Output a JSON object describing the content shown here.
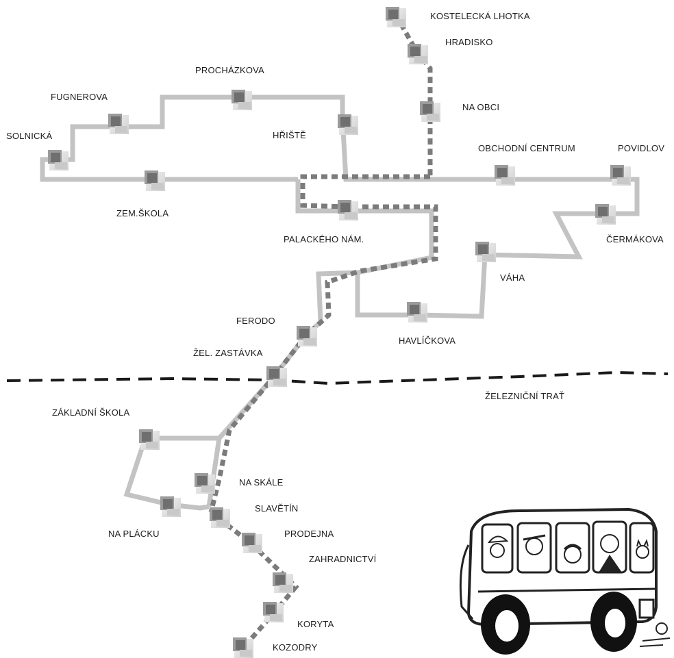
{
  "map": {
    "railway_label": "ŽELEZNIČNÍ TRAŤ",
    "colors": {
      "solid_route": "#c3c3c3",
      "dotted_route": "#7b7b7b",
      "railway": "#1a1a1a"
    },
    "stops": [
      {
        "id": "kostelecka-lhotka",
        "label": "KOSTELECKÁ LHOTKA"
      },
      {
        "id": "hradisko",
        "label": "HRADISKO"
      },
      {
        "id": "na-obci",
        "label": "NA OBCI"
      },
      {
        "id": "prochazkova",
        "label": "PROCHÁZKOVA"
      },
      {
        "id": "fugnerova",
        "label": "FUGNEROVA"
      },
      {
        "id": "solnicka",
        "label": "SOLNICKÁ"
      },
      {
        "id": "hriste",
        "label": "HŘIŠTĚ"
      },
      {
        "id": "obchodni-centrum",
        "label": "OBCHODNÍ CENTRUM"
      },
      {
        "id": "povidlov",
        "label": "POVIDLOV"
      },
      {
        "id": "zem-skola",
        "label": "ZEM.ŠKOLA"
      },
      {
        "id": "palackeho-nam",
        "label": "PALACKÉHO NÁM."
      },
      {
        "id": "cermakova",
        "label": "ČERMÁKOVA"
      },
      {
        "id": "vaha",
        "label": "VÁHA"
      },
      {
        "id": "ferodo",
        "label": "FERODO"
      },
      {
        "id": "havlickova",
        "label": "HAVLÍČKOVA"
      },
      {
        "id": "zel-zastavka",
        "label": "ŽEL. ZASTÁVKA"
      },
      {
        "id": "zakladni-skola",
        "label": "ZÁKLADNÍ ŠKOLA"
      },
      {
        "id": "na-skale",
        "label": "NA SKÁLE"
      },
      {
        "id": "slavetin",
        "label": "SLAVĚTÍN"
      },
      {
        "id": "na-placku",
        "label": "NA PLÁCKU"
      },
      {
        "id": "prodejna",
        "label": "PRODEJNA"
      },
      {
        "id": "zahradnictvi",
        "label": "ZAHRADNICTVÍ"
      },
      {
        "id": "koryta",
        "label": "KORYTA"
      },
      {
        "id": "kozodry",
        "label": "KOZODRY"
      }
    ]
  }
}
